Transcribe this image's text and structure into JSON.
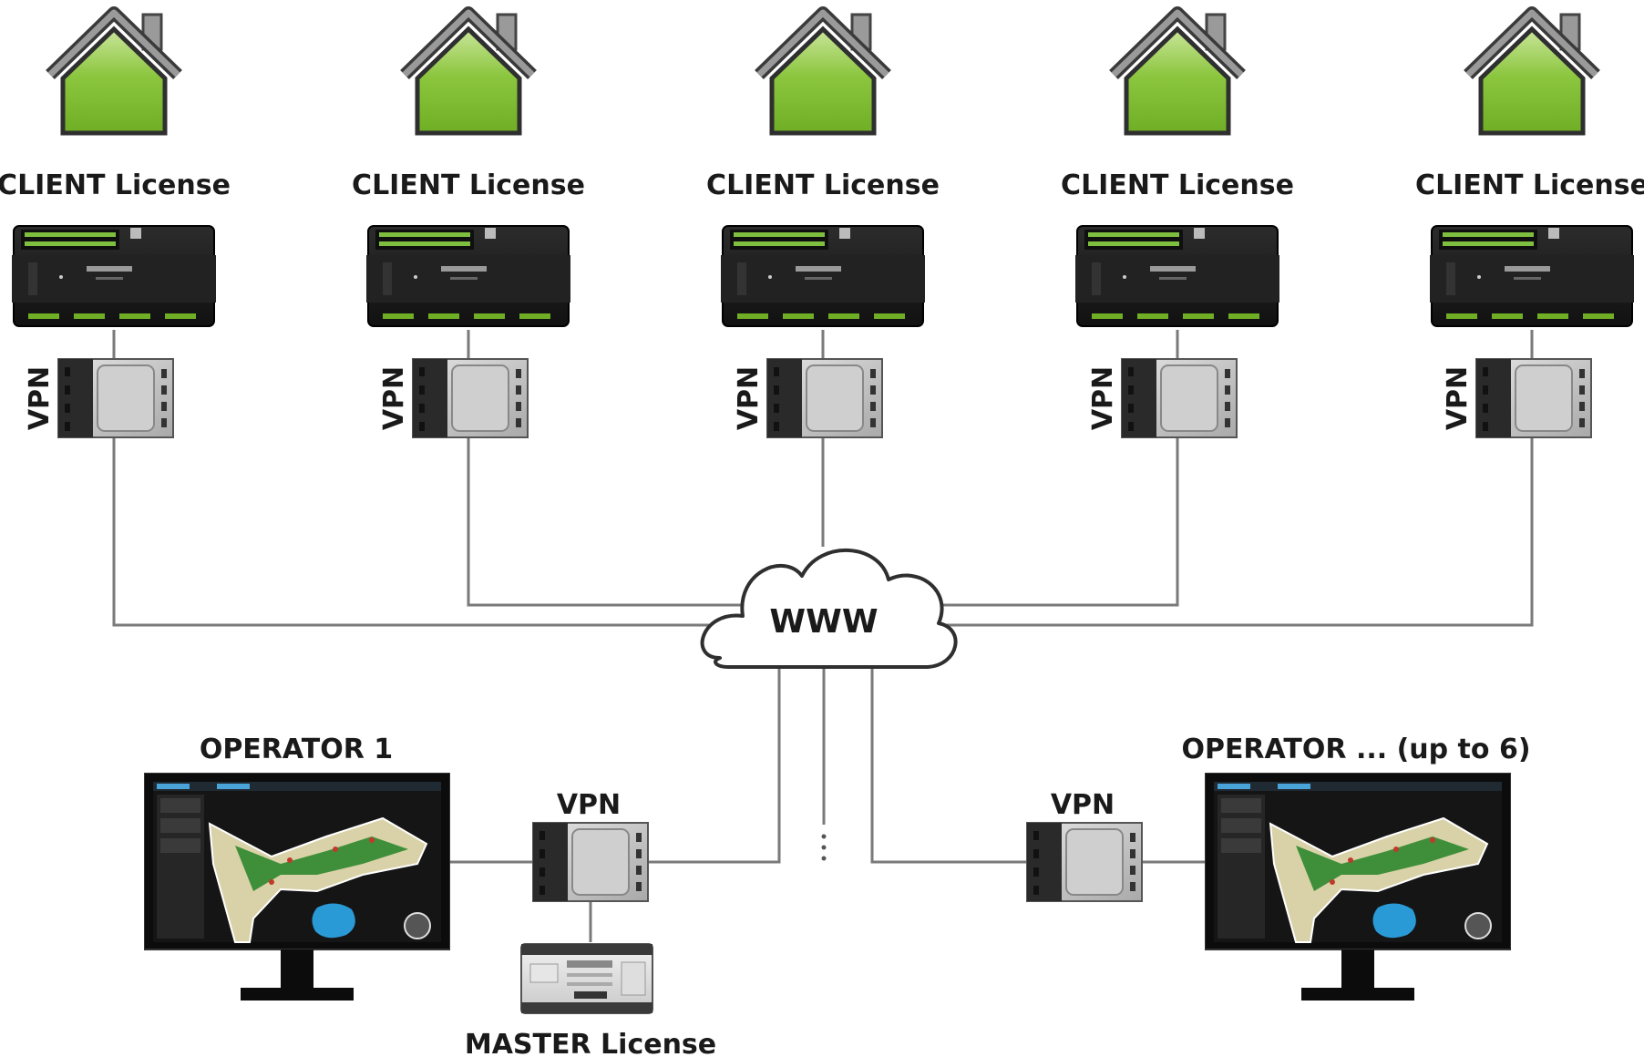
{
  "clients": [
    {
      "license_label": "CLIENT License",
      "vpn_label": "VPN"
    },
    {
      "license_label": "CLIENT License",
      "vpn_label": "VPN"
    },
    {
      "license_label": "CLIENT License",
      "vpn_label": "VPN"
    },
    {
      "license_label": "CLIENT License",
      "vpn_label": "VPN"
    },
    {
      "license_label": "CLIENT License",
      "vpn_label": "VPN"
    }
  ],
  "cloud": {
    "label": "WWW"
  },
  "operators": {
    "left": {
      "title": "OPERATOR 1",
      "vpn_label": "VPN"
    },
    "right": {
      "title": "OPERATOR ... (up to 6)",
      "vpn_label": "VPN"
    }
  },
  "master": {
    "label": "MASTER License"
  },
  "colors": {
    "house_fill": "#8cc63f",
    "line": "#7a7a7a",
    "device_dark": "#1b1b1b",
    "vpn_body": "#c9c9c9"
  }
}
